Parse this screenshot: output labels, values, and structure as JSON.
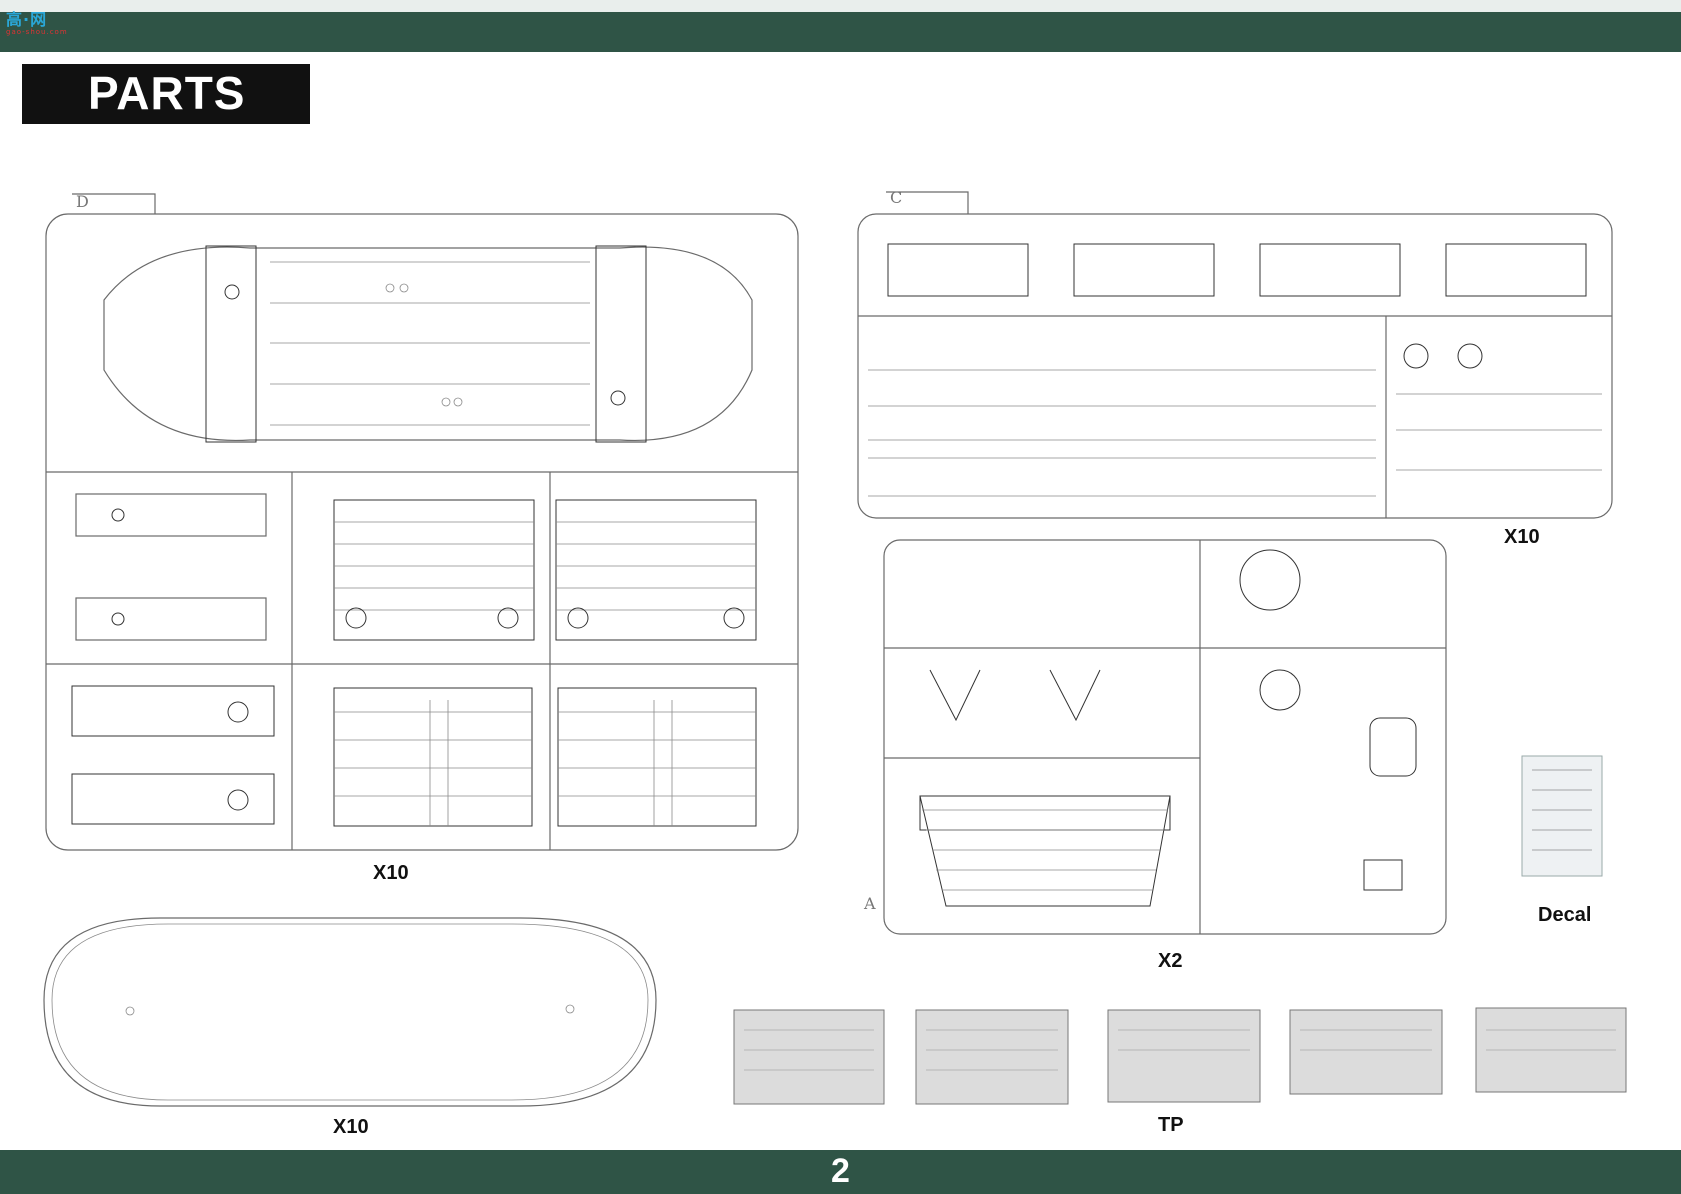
{
  "header": {
    "logo_text": "高·网",
    "logo_sub": "gao-shou.com"
  },
  "title": "PARTS",
  "page_number": "2",
  "sprues": [
    {
      "id": "D",
      "qty": "X10"
    },
    {
      "id": "C",
      "qty": "X10"
    },
    {
      "id": "A",
      "qty": "X2"
    }
  ],
  "extras": {
    "oval_qty": "X10",
    "pe_label": "TP",
    "decal_label": "Decal"
  }
}
